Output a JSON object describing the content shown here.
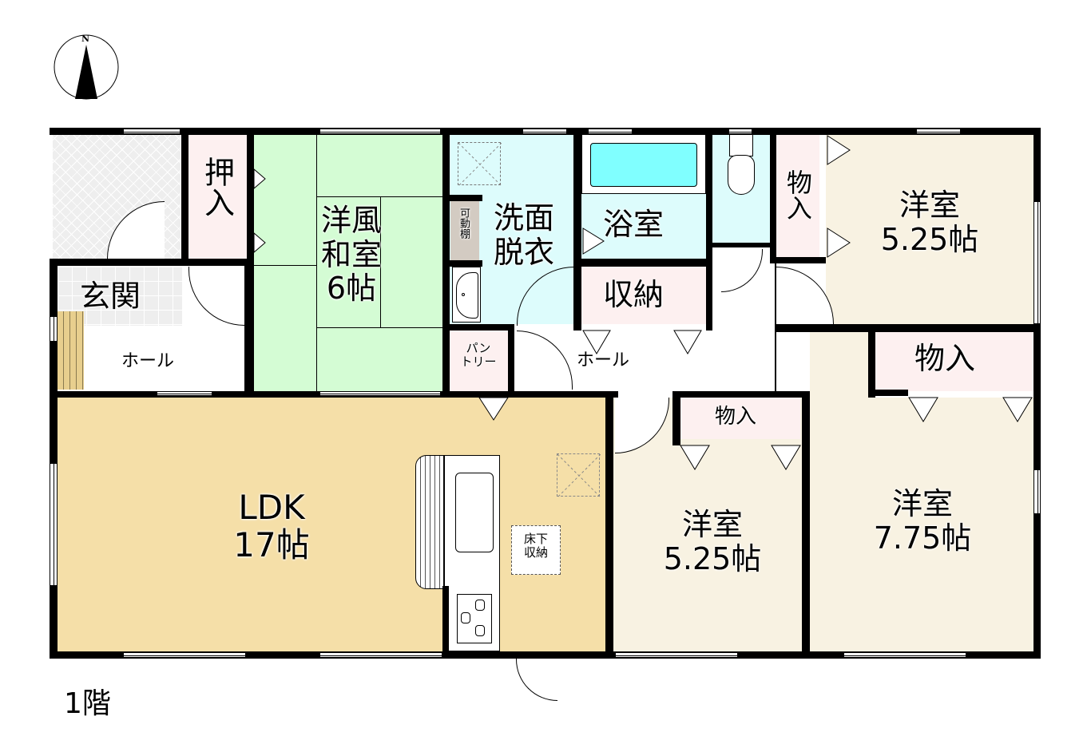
{
  "floor_label": "1階",
  "compass": {
    "label": "N"
  },
  "colors": {
    "japanese_room": "#d4fcd4",
    "wet_area": "#ddfcfc",
    "bathtub": "#80ffff",
    "storage": "#fdf0f0",
    "ldk": "#f5dfa8",
    "western_room": "#f8f2e2",
    "porch": "#eeeeee",
    "shelf": "#d3cbc2",
    "step": "#e8cf8e"
  },
  "rooms": {
    "oshiire": {
      "name": "押入"
    },
    "japanese_room": {
      "name_line1": "洋風",
      "name_line2": "和室",
      "size": "6帖"
    },
    "genkan": {
      "name": "玄関"
    },
    "hall_left": {
      "name": "ホール"
    },
    "movable_shelf": {
      "name": "可動棚"
    },
    "washroom": {
      "name_line1": "洗面",
      "name_line2": "脱衣"
    },
    "bathroom": {
      "name": "浴室"
    },
    "storage_center": {
      "name": "収納"
    },
    "pantry": {
      "name_line1": "パン",
      "name_line2": "トリー"
    },
    "hall_center": {
      "name": "ホール"
    },
    "closet_ne_vertical": {
      "name": "物入"
    },
    "western_ne": {
      "name": "洋室",
      "size": "5.25帖"
    },
    "closet_e": {
      "name": "物入"
    },
    "closet_center": {
      "name": "物入"
    },
    "ldk": {
      "name": "LDK",
      "size": "17帖"
    },
    "underfloor_storage": {
      "name_line1": "床下",
      "name_line2": "収納"
    },
    "western_center": {
      "name": "洋室",
      "size": "5.25帖"
    },
    "western_se": {
      "name": "洋室",
      "size": "7.75帖"
    }
  }
}
